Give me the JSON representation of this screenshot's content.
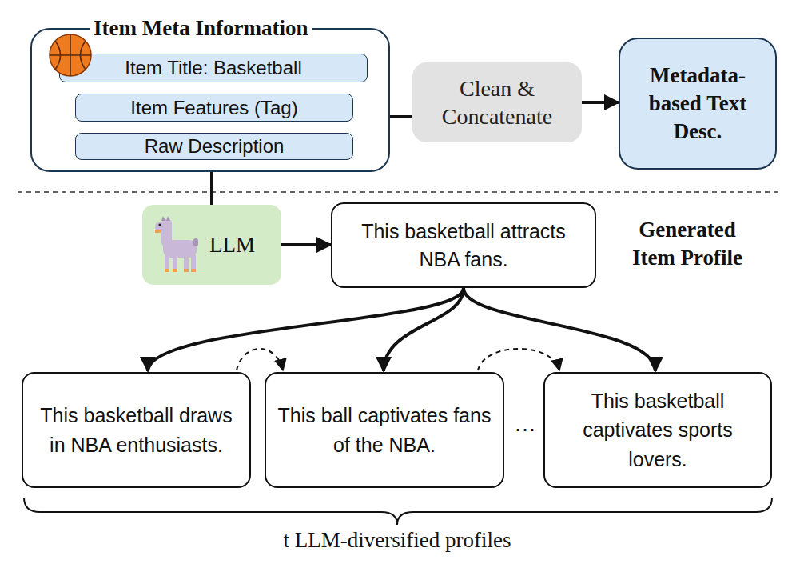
{
  "diagram": {
    "nodes": [
      {
        "text": [
          "Item Meta Information"
        ]
      },
      {
        "text": [
          "Item Title: Basketball"
        ],
        "in": 0
      },
      {
        "text": [
          "Item Features (Tag)"
        ],
        "in": 0
      },
      {
        "text": [
          "Raw Description"
        ],
        "in": 0
      },
      {
        "text": [
          "Clean & Concatenate"
        ]
      },
      {
        "text": [
          "Metadata-based Text Desc."
        ]
      },
      {
        "text": [
          "LLM"
        ]
      },
      {
        "text": [
          "This basketball attracts NBA fans."
        ]
      },
      {
        "text": [
          "This basketball draws in NBA enthusiasts."
        ]
      },
      {
        "text": [
          "This ball captivates fans of the NBA."
        ]
      },
      {
        "text": [
          "This basketball captivates sports lovers."
        ]
      }
    ],
    "edges": [
      {
        "from": 0,
        "to": 4,
        "arrow": "none"
      },
      {
        "from": 4,
        "to": 5,
        "arrow": "to"
      },
      {
        "from": 0,
        "to": 6,
        "arrow": "none"
      },
      {
        "from": 6,
        "to": 7,
        "arrow": "to"
      },
      {
        "from": 7,
        "to": 8,
        "arrow": "to"
      },
      {
        "from": 7,
        "to": 9,
        "arrow": "to"
      },
      {
        "from": 7,
        "to": 10,
        "arrow": "to"
      },
      {
        "from": 8,
        "to": 9,
        "arrow": "to"
      },
      {
        "from": 9,
        "to": 10,
        "arrow": "to"
      }
    ],
    "labels": [
      "Generated Item Profile",
      "…",
      "t LLM-diversified profiles"
    ]
  }
}
